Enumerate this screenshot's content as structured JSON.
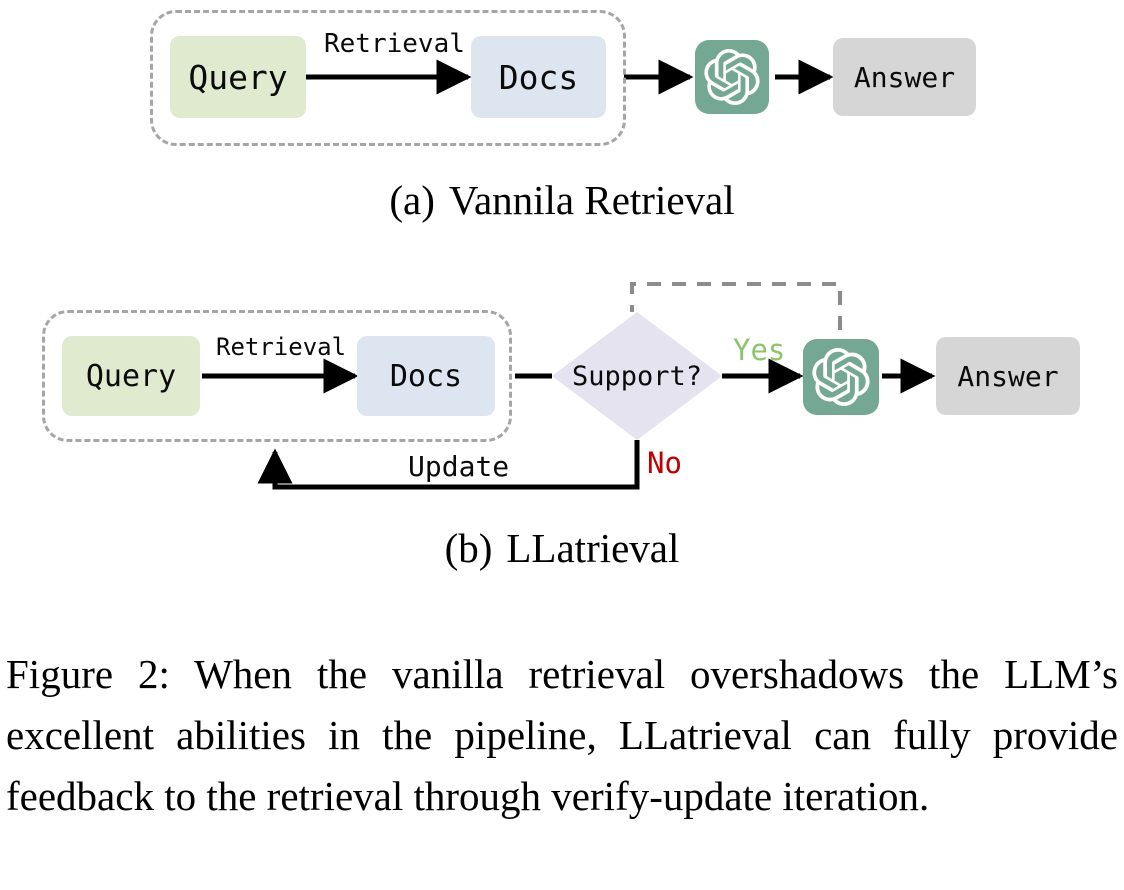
{
  "figure": {
    "caption": "Figure 2: When the vanilla retrieval overshadows the LLM’s excellent abilities in the pipeline, LLatrieval can fully provide feedback to the retrieval through verify-update iteration."
  },
  "panel_a": {
    "tag": "(a)",
    "title": "Vannila Retrieval",
    "nodes": {
      "query": "Query",
      "docs": "Docs",
      "llm": "chatgpt-logo",
      "answer": "Answer"
    },
    "edges": {
      "retrieval": "Retrieval"
    },
    "colors": {
      "query_bg": "#dfeace",
      "docs_bg": "#dde6f0",
      "answer_bg": "#d6d6d6",
      "llm_bg": "#74a894",
      "group_border": "#a6a6a6",
      "arrow": "#000000"
    }
  },
  "panel_b": {
    "tag": "(b)",
    "title": "LLatrieval",
    "nodes": {
      "query": "Query",
      "docs": "Docs",
      "decision": "Support?",
      "llm": "chatgpt-logo",
      "answer": "Answer"
    },
    "edges": {
      "retrieval": "Retrieval",
      "yes": "Yes",
      "no": "No",
      "update": "Update"
    },
    "colors": {
      "query_bg": "#dfeace",
      "docs_bg": "#dde6f0",
      "decision_bg": "#e6e3f0",
      "answer_bg": "#d6d6d6",
      "llm_bg": "#74a894",
      "group_border": "#a6a6a6",
      "yes_color": "#8cc36b",
      "no_color": "#c00000",
      "arrow": "#000000",
      "verify_link": "#8c8c8c"
    }
  }
}
